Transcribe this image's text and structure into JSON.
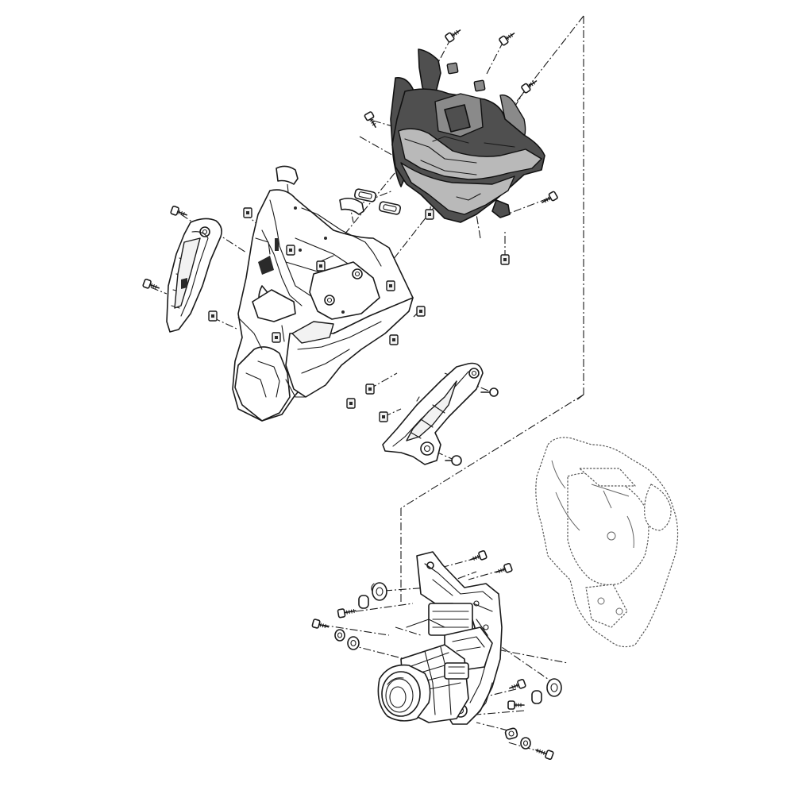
{
  "diagram": {
    "kind": "exploded-parts-illustration",
    "colors": {
      "line": "#1a1a1a",
      "highlight_dark": "#4f4f4f",
      "highlight_mid": "#8a8a8a",
      "highlight_light": "#b9b9b9",
      "background": "#ffffff"
    },
    "parts": [
      "highlighted-inner-fairing-panel",
      "front-cowl-upper-fairing",
      "left-side-trim-panel",
      "right-side-trim-panel",
      "headlight-bracket-stay",
      "headlight-projector-unit",
      "frame-head-pipe-ghost",
      "fastener-screws",
      "clip-nuts",
      "rubber-grommets",
      "collars",
      "washers"
    ]
  }
}
